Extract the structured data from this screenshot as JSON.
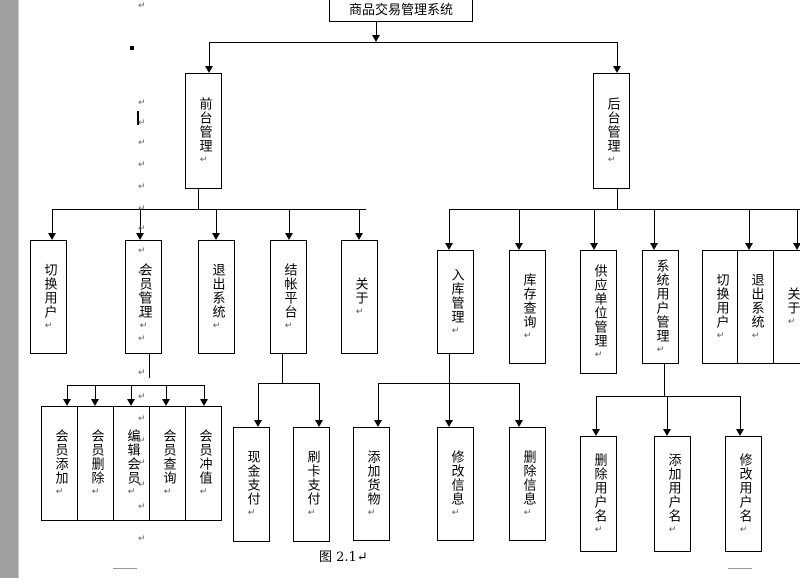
{
  "root": "商品交易管理系统",
  "front": {
    "label": "前台管理",
    "children": [
      "切换用户",
      "会员管理",
      "退出系统",
      "结帐平台",
      "关于"
    ],
    "member_children": [
      "会员添加",
      "会员删除",
      "编辑会员",
      "会员查询",
      "会员冲值"
    ],
    "checkout_children": [
      "现金支付",
      "刷卡支付"
    ]
  },
  "back": {
    "label": "后台管理",
    "children": [
      "入库管理",
      "库存查询",
      "供应单位管理",
      "系统用户管理"
    ],
    "extra_children": [
      "切换用户",
      "退出系统",
      "关于"
    ],
    "stock_children": [
      "添加货物",
      "修改信息",
      "删除信息"
    ],
    "user_children": [
      "删除用户名",
      "添加用户名",
      "修改用户名"
    ]
  },
  "caption": "图 2.1",
  "para_mark": "↵"
}
